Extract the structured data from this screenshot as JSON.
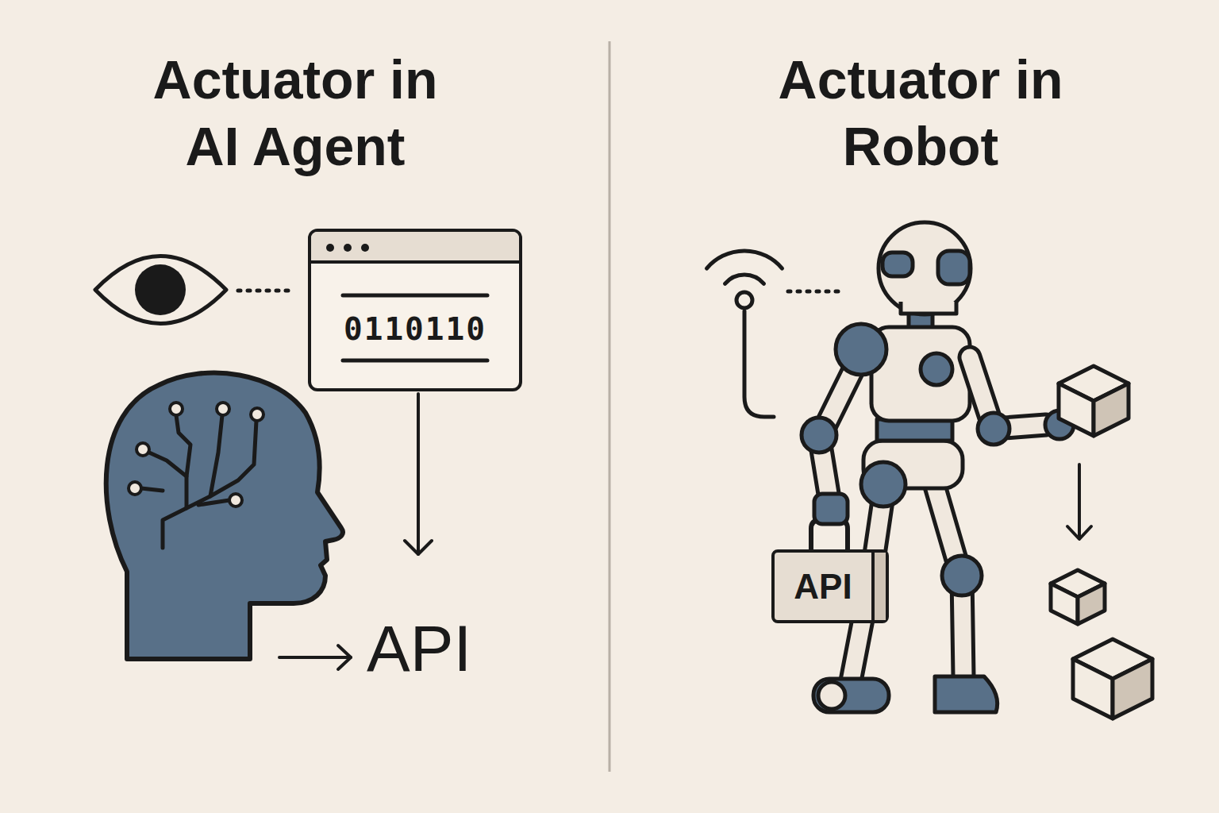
{
  "diagram": {
    "nodes": [
      {
        "text": [
          "Actuator in AI Agent"
        ]
      },
      {
        "text": [
          "0110110"
        ],
        "in": 0
      },
      {
        "text": [
          "Actuator in Robot"
        ]
      },
      {
        "text": [
          "API"
        ],
        "in": 2
      }
    ],
    "labels": [
      "API"
    ]
  }
}
